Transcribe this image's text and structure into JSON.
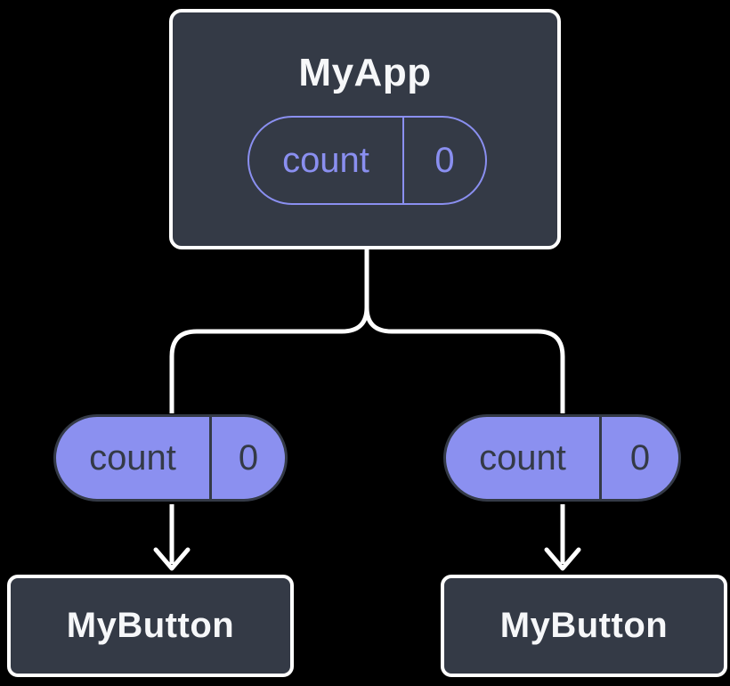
{
  "colors": {
    "canvas-bg": "#000000",
    "surface": "#343A46",
    "outline-white": "#FFFFFF",
    "accent": "#8A8FF0",
    "accent-fill": "#8B90F0",
    "text-on-surface": "#F6F7F9",
    "text-on-accent": "#343A46"
  },
  "diagram": {
    "root_component": {
      "title": "MyApp",
      "state": {
        "label": "count",
        "value": "0"
      }
    },
    "passed_props": [
      {
        "label": "count",
        "value": "0"
      },
      {
        "label": "count",
        "value": "0"
      }
    ],
    "child_components": [
      {
        "title": "MyButton"
      },
      {
        "title": "MyButton"
      }
    ]
  }
}
